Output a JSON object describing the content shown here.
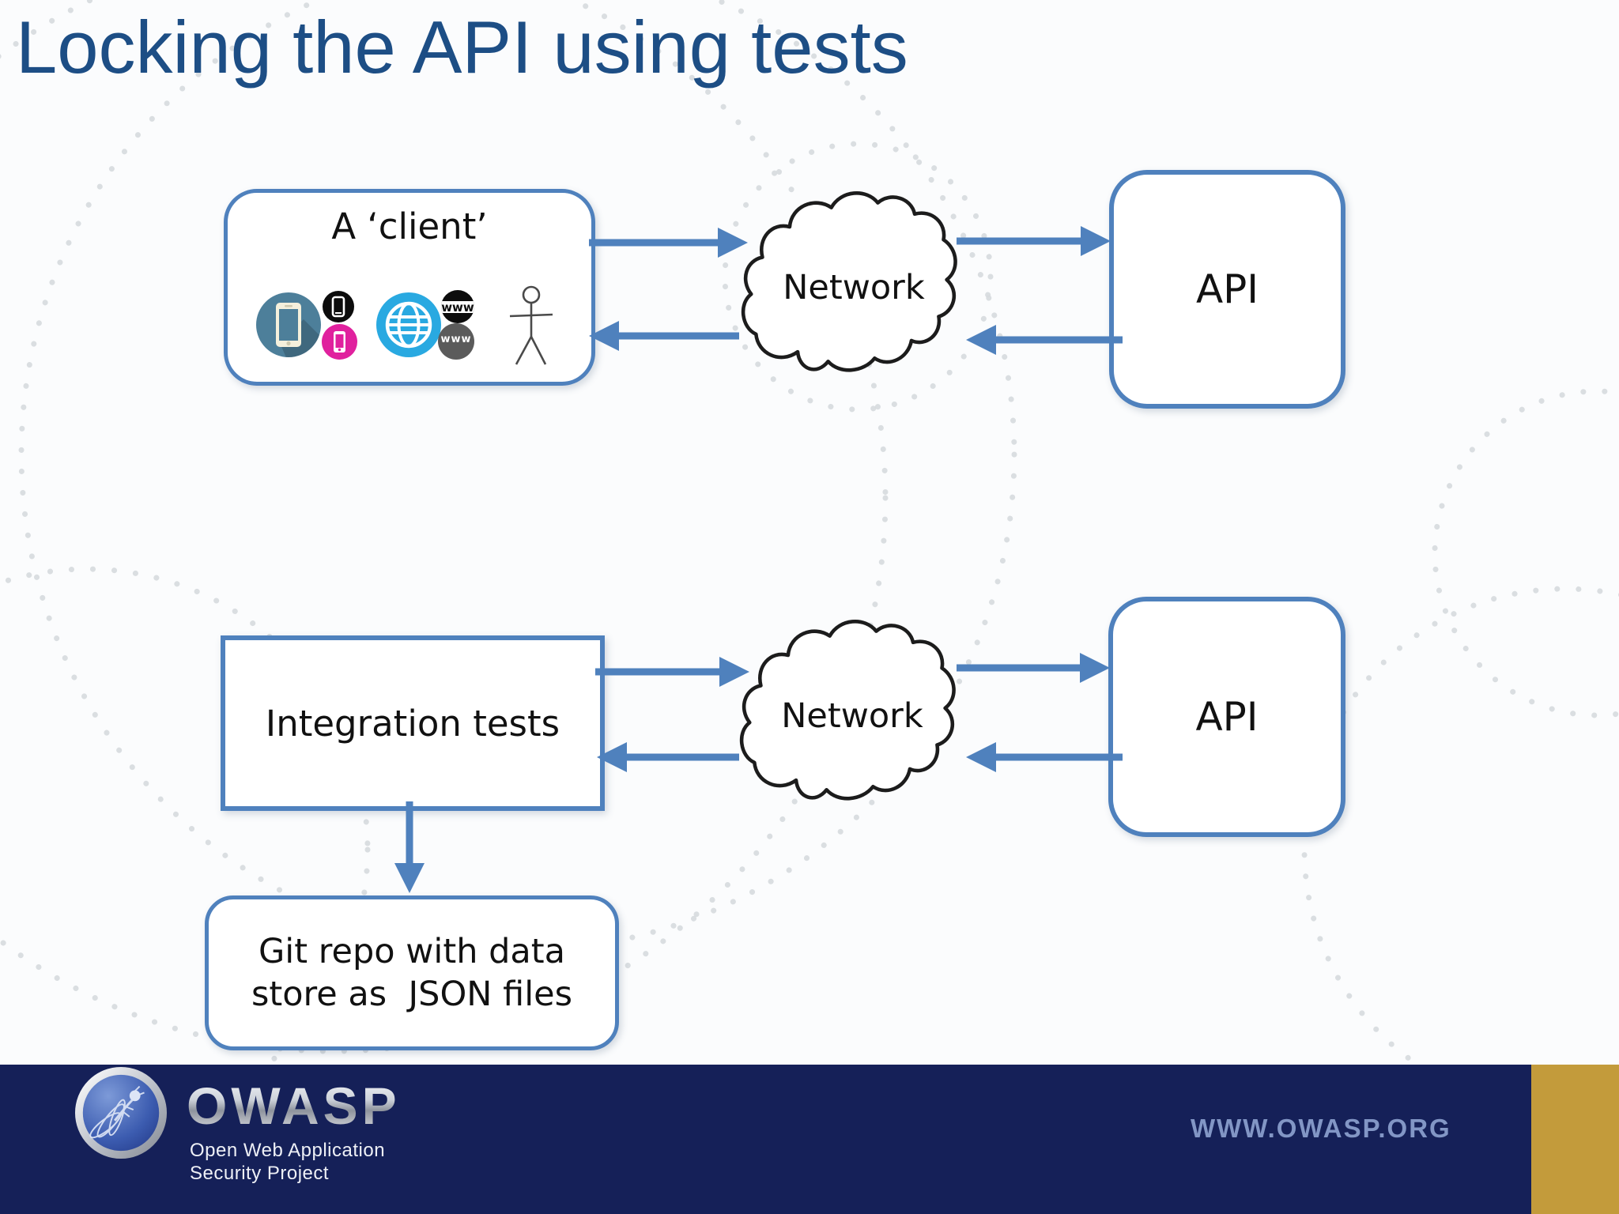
{
  "title": "Locking the API using tests",
  "top_row": {
    "client_label": "A ‘client’",
    "network_label": "Network",
    "api_label": "API",
    "www_badge_top": "www",
    "www_badge_bottom": "www",
    "icons": [
      "smartphone-circle-icon",
      "mobile-phone-black-circle-icon",
      "mobile-phone-magenta-circle-icon",
      "globe-circle-icon",
      "www-black-badge-icon",
      "www-gray-badge-icon",
      "stick-person-icon"
    ]
  },
  "bottom_row": {
    "tests_label": "Integration tests",
    "network_label": "Network",
    "api_label": "API",
    "git_label_line1": "Git repo with data",
    "git_label_line2": "store as  JSON files"
  },
  "footer": {
    "logo_acronym": "OWASP",
    "logo_subtitle_line1": "Open Web Application",
    "logo_subtitle_line2": "Security Project",
    "website": "WWW.OWASP.ORG"
  },
  "colors": {
    "accent_blue": "#4f81bd",
    "title_blue": "#1d4e85",
    "footer_navy": "#152058",
    "footer_gold": "#c39b3b",
    "cloud_stroke": "#1c1c1c",
    "dots_gray": "#d6dade"
  }
}
